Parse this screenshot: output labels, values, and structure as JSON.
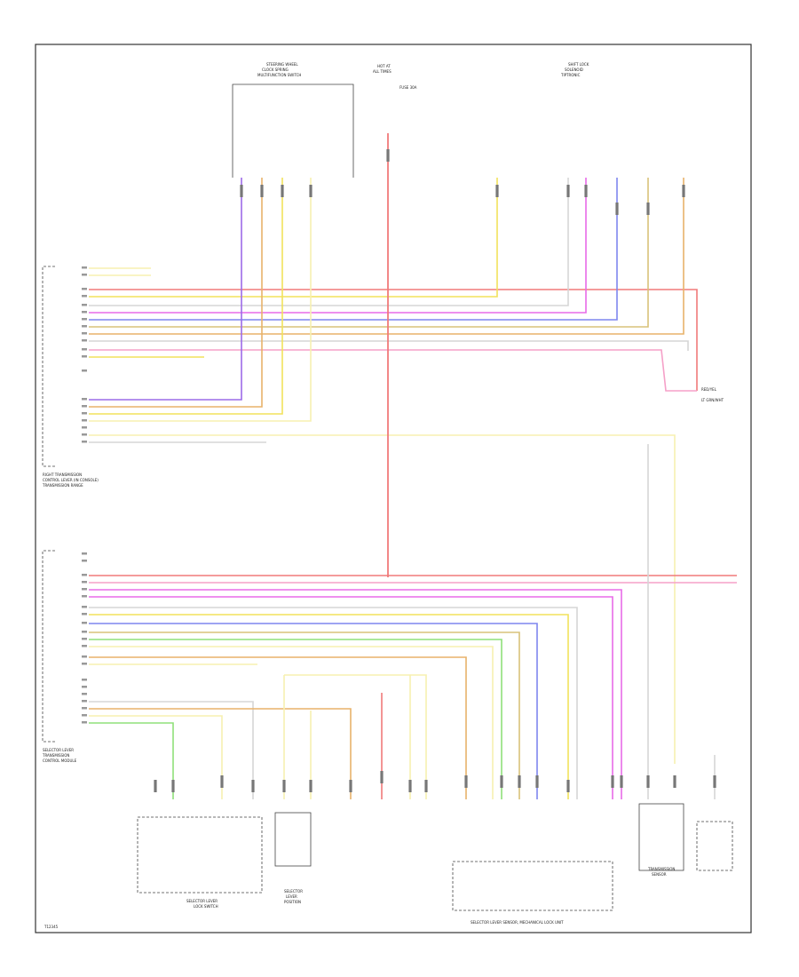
{
  "colors": {
    "red": "#f07a7a",
    "yellow": "#f2e25c",
    "orange": "#e8b26a",
    "tan": "#d9c27a",
    "magenta": "#e86be8",
    "blue": "#7f86ef",
    "violet": "#9c6be8",
    "green": "#8fe07a",
    "lightgray": "#d6d6d6",
    "pink": "#f5a0c8",
    "lightyellow": "#f7f0b0",
    "black": "#555555"
  },
  "labels": {
    "upper_left_module": [
      "RIGHT TRANSMISSION",
      "CONTROL LEVER (IN CONSOLE)",
      "TRANSMISSION RANGE"
    ],
    "lower_left_module": [
      "SELECTOR LEVER",
      "TRANSMISSION",
      "CONTROL MODULE"
    ],
    "top_switch_group": [
      "STEERING WHEEL",
      "CLOCK SPRING",
      "MULTIFUNCTION SWITCH"
    ],
    "fuse_block": [
      "HOT AT",
      "ALL TIMES",
      "FUSE 30A"
    ],
    "right_top_group": [
      "SHIFT LOCK",
      "SOLENOID",
      "TIPTRONIC"
    ],
    "lower_left_switch": [
      "SELECTOR LEVER",
      "LOCK SWITCH"
    ],
    "lower_box_a": [
      "SELECTOR",
      "LEVER",
      "POSITION"
    ],
    "lower_center_label": [
      "SELECTOR LEVER SENSOR, MECHANICAL LOCK UNIT"
    ],
    "lower_right_label": [
      "TRANSMISSION",
      "SENSOR"
    ],
    "footer_code": "T12345",
    "wire_hot": "RED/YEL",
    "wire_sig": "LT GRN/WHT"
  }
}
